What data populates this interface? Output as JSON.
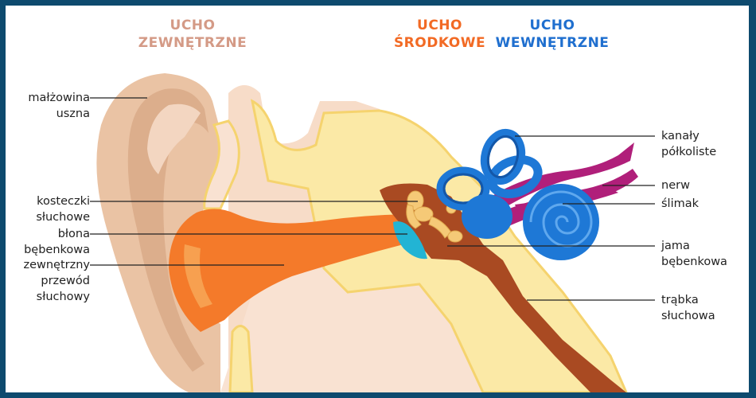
{
  "headings": {
    "outer": {
      "line1": "UCHO",
      "line2": "ZEWNĘTRZNE",
      "color": "#d49a86"
    },
    "middle": {
      "line1": "UCHO",
      "line2": "ŚRODKOWE",
      "color": "#f26a24"
    },
    "inner": {
      "line1": "UCHO",
      "line2": "WEWNĘTRZNE",
      "color": "#1f6fcf"
    }
  },
  "labels": {
    "malzowina": {
      "line1": "małżowina",
      "line2": "uszna"
    },
    "kosteczki": {
      "line1": "kosteczki",
      "line2": "słuchowe"
    },
    "blona": {
      "line1": "błona",
      "line2": "bębenkowa"
    },
    "przewod": {
      "line1": "zewnętrzny",
      "line2": "przewód",
      "line3": "słuchowy"
    },
    "kanaly": {
      "line1": "kanały",
      "line2": "półkoliste"
    },
    "nerw": {
      "line1": "nerw"
    },
    "slimak": {
      "line1": "ślimak"
    },
    "jama": {
      "line1": "jama",
      "line2": "bębenkowa"
    },
    "trabka": {
      "line1": "trąbka",
      "line2": "słuchowa"
    }
  },
  "colors": {
    "border": "#0d4a6e",
    "skin": "#f7dcc8",
    "skin_dark": "#eac3a4",
    "skin_shadow": "#dcae8c",
    "canal": "#f47a2a",
    "canal_light": "#f7a050",
    "bone": "#fbe9a6",
    "bone_edge": "#f5d36e",
    "cavity": "#a94a22",
    "ossicle": "#f5c977",
    "eardrum": "#22b4d4",
    "inner_ear": "#1e78d6",
    "inner_ear_dark": "#1457a8",
    "nerve": "#b01f7a"
  }
}
